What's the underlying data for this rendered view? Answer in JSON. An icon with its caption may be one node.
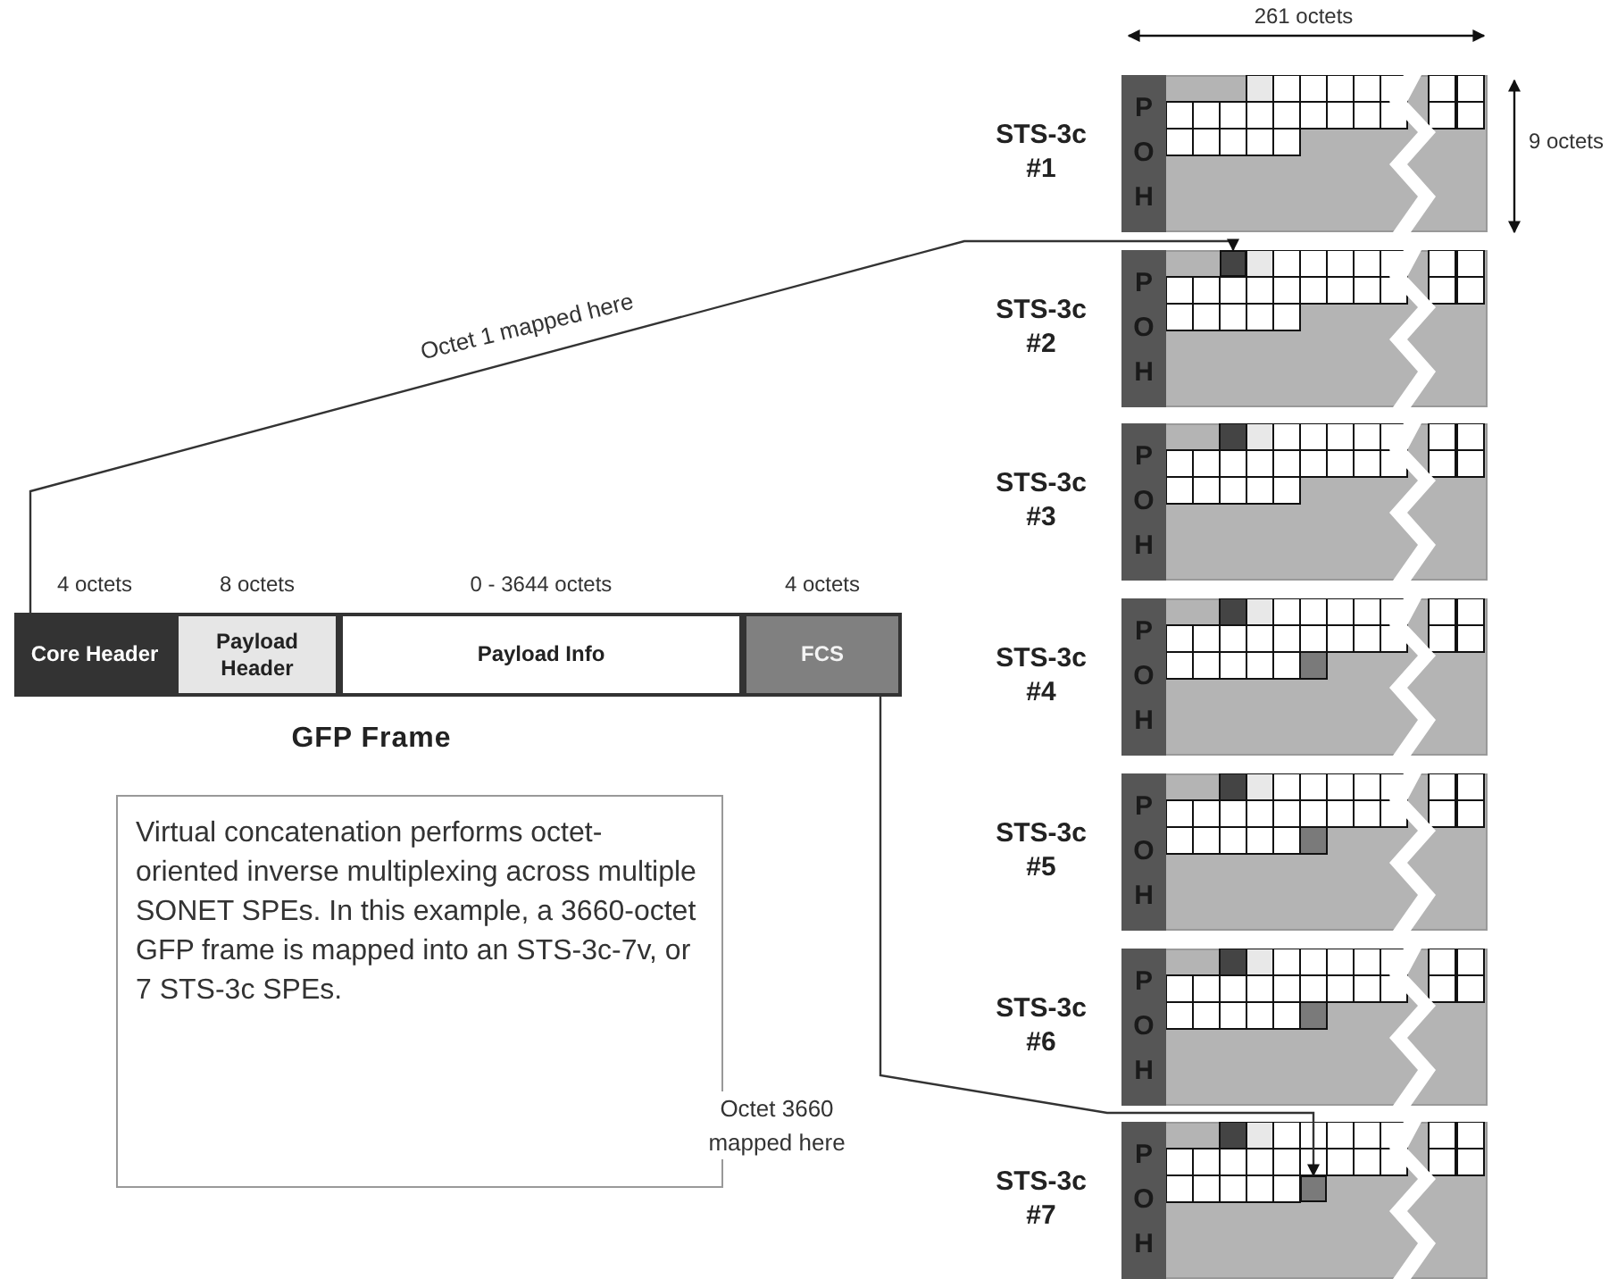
{
  "diagram": {
    "nodes": [
      {
        "text": [
          "STS-3c #1"
        ]
      },
      {
        "text": [
          "POH"
        ],
        "in": 0
      },
      {
        "text": [
          "STS-3c #2"
        ]
      },
      {
        "text": [
          "POH"
        ],
        "in": 2
      },
      {
        "text": [],
        "shape": "box",
        "in": 2
      },
      {
        "text": [
          "STS-3c #3"
        ]
      },
      {
        "text": [
          "POH"
        ],
        "in": 5
      },
      {
        "text": [
          "STS-3c #4"
        ]
      },
      {
        "text": [
          "POH"
        ],
        "in": 7
      },
      {
        "text": [
          "STS-3c #5"
        ]
      },
      {
        "text": [
          "POH"
        ],
        "in": 9
      },
      {
        "text": [
          "STS-3c #6"
        ]
      },
      {
        "text": [
          "POH"
        ],
        "in": 11
      },
      {
        "text": [
          "STS-3c #7"
        ]
      },
      {
        "text": [
          "POH"
        ],
        "in": 13
      },
      {
        "text": [],
        "shape": "box",
        "in": 13
      },
      {
        "text": [
          "GFP Frame"
        ]
      },
      {
        "text": [
          "Core Header"
        ],
        "in": 16,
        "beside": [
          "4 octets"
        ]
      },
      {
        "text": [
          "Payload Header"
        ],
        "in": 16,
        "beside": [
          "8 octets"
        ]
      },
      {
        "text": [
          "Payload Info"
        ],
        "in": 16,
        "beside": [
          "0 - 3644 octets"
        ]
      },
      {
        "text": [
          "FCS"
        ],
        "in": 16,
        "beside": [
          "4 octets"
        ]
      },
      {
        "text": [
          "Virtual concatenation performs octet-oriented inverse multiplexing across multiple SONET SPEs.  In this example, a 3660-octet GFP frame is mapped into an STS-3c-7v, or 7 STS-3c SPEs."
        ]
      }
    ],
    "edges": [
      {
        "from": 17,
        "to": 4,
        "arrow": "to",
        "label": "Octet 1 mapped here"
      },
      {
        "from": 20,
        "to": 15,
        "arrow": "to",
        "label": "Octet 3660 mapped here"
      }
    ],
    "labels": [
      "261 octets",
      "9 octets"
    ]
  }
}
